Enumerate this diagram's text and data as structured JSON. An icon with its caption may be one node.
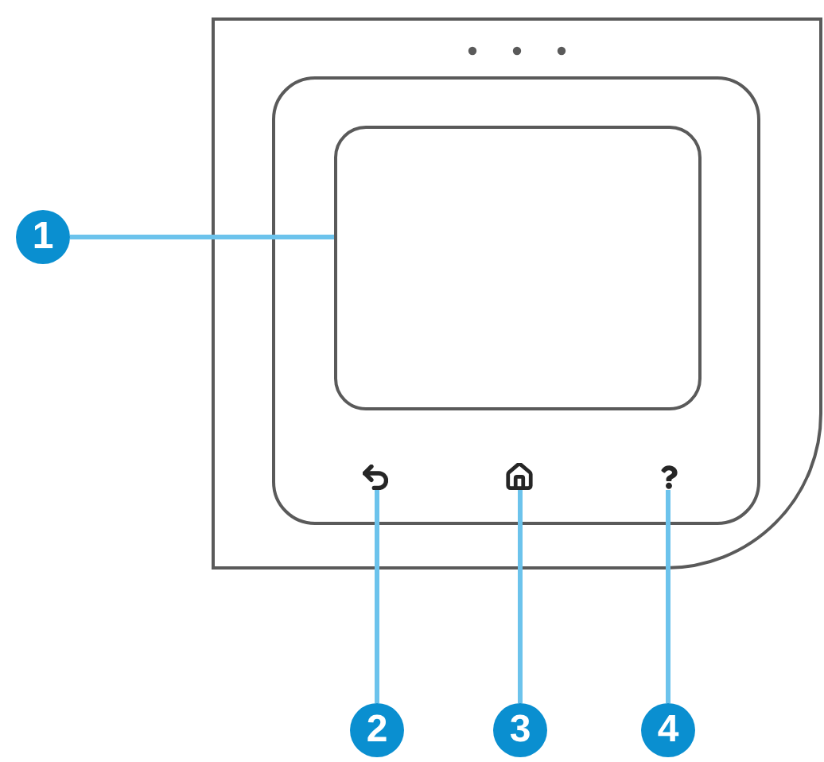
{
  "diagram": {
    "nodes": [
      {
        "text": [
          "1"
        ]
      },
      {
        "text": [],
        "shape": "box"
      },
      {
        "text": [],
        "shape": "picture"
      },
      {
        "text": [],
        "shape": "picture"
      },
      {
        "text": [],
        "shape": "picture"
      },
      {
        "text": [
          "2"
        ]
      },
      {
        "text": [
          "3"
        ]
      },
      {
        "text": [
          "4"
        ]
      }
    ],
    "edges": [
      {
        "from": 0,
        "to": 1,
        "arrow": "none"
      },
      {
        "from": 5,
        "to": 2,
        "arrow": "none"
      },
      {
        "from": 6,
        "to": 3,
        "arrow": "none"
      },
      {
        "from": 7,
        "to": 4,
        "arrow": "none"
      }
    ]
  }
}
